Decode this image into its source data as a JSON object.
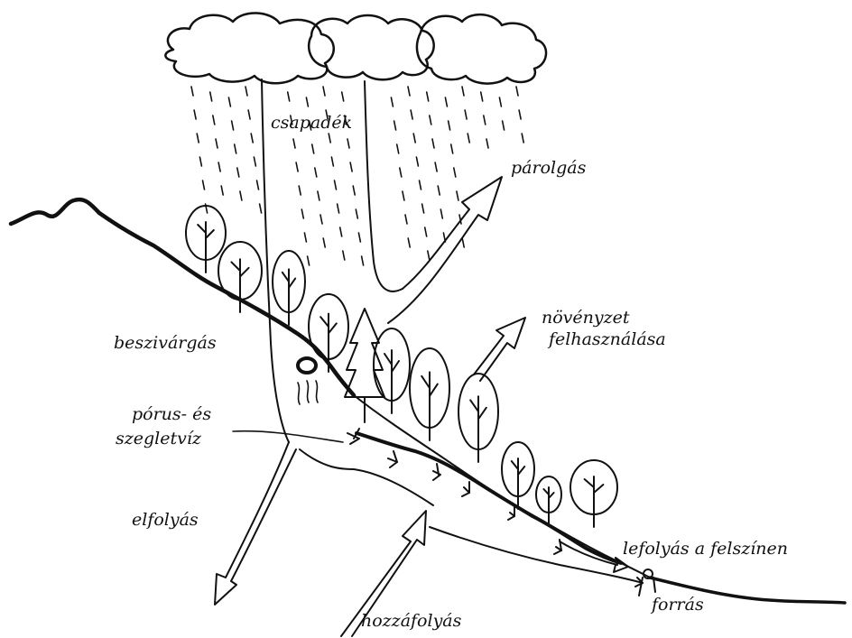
{
  "diagram": {
    "labels": {
      "precipitation": "csapadék",
      "evaporation": "párolgás",
      "vegetation_line1": "növényzet",
      "vegetation_line2": "felhasználása",
      "infiltration": "beszivárgás",
      "pore_line1": "pórus- és",
      "pore_line2": "szegletvíz",
      "outflow": "elfolyás",
      "surface_runoff": "lefolyás a felszínen",
      "spring": "forrás",
      "inflow": "hozzáfolyás"
    },
    "ink_color": "#111111",
    "background_color": "#ffffff"
  }
}
